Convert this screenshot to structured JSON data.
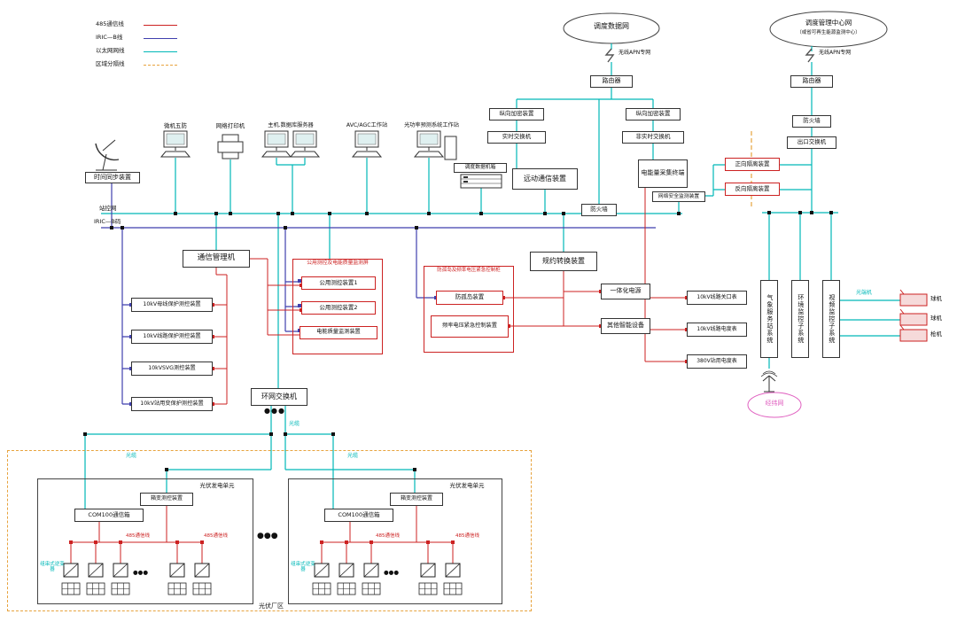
{
  "colors": {
    "rs485": "#cc2222",
    "irig_b": "#3f3fae",
    "ethernet": "#00b8b8",
    "zone_divider": "#e7a33e",
    "weather_cloud": "#e060c0"
  },
  "legend": {
    "items": [
      "485通信线",
      "IRIC—B线",
      "以太网网线",
      "区域分隔线"
    ]
  },
  "top": {
    "cloud_dispatch": "调度数据网",
    "cloud_mgmt_line1": "调度管理中心网",
    "cloud_mgmt_line2": "（或省可再生能源监测中心）",
    "apn": "无线APN专网",
    "router": "路由器",
    "encryptor": "纵向加密装置",
    "sw_realtime": "实时交换机",
    "sw_nonrealtime": "非实时交换机",
    "firewall": "防火墙",
    "exit_switch": "出口交换机",
    "dispatch_cabinet": "调度数据机箱",
    "rtu": "远动通信装置",
    "energy_terminal": "电能量采集终端",
    "net_security": "网络安全监测装置",
    "iso_forward": "正向隔离装置",
    "iso_reverse": "反向隔离装置"
  },
  "station": {
    "bus_scada": "站控网",
    "bus_irig": "IRIC—B码",
    "time_sync": "时间同步装置",
    "five_proof": "微机五防",
    "printer": "网络打印机",
    "server": "主机.数据库服务器",
    "avc": "AVC/AGC工作站",
    "forecast": "光功率预测系统工作站",
    "comm_manager": "通信管理机",
    "bays": [
      "10kV母线保护测控装置",
      "10kV线路保护测控装置",
      "10kVSVG测控装置",
      "10kV站用变保护测控装置"
    ]
  },
  "panels": {
    "common_title": "公用测控及电能质量监测屏",
    "common_items": [
      "公用测控装置1",
      "公用测控装置2",
      "电能质量监测装置"
    ],
    "island_title": "防孤岛及频率电压紧急控制柜",
    "island_items": [
      "防孤岛装置",
      "频率电压紧急控制装置"
    ],
    "protocol_converter": "规约转换装置",
    "integrated_power": "一体化电源",
    "other_devices": "其他智能设备",
    "meters": [
      "10kV线路关口表",
      "10kV线路电度表",
      "380V站用电度表"
    ]
  },
  "right": {
    "subsystems": [
      "气象服务站系统",
      "环境监控子系统",
      "视频监控子系统"
    ],
    "weather_cloud": "经纬网",
    "optical_terminal": "光端机",
    "cameras": [
      "球机",
      "球机",
      "枪机"
    ]
  },
  "pv": {
    "ring_switch": "环网交换机",
    "fiber": "光缆",
    "area": "光伏厂区",
    "unit_title": "光伏发电单元",
    "transformer_ctrl": "箱变测控装置",
    "com_box": "COM100通信箱",
    "rs485": "485通信线",
    "inverter": "组串式逆变器",
    "dots": "●●●"
  }
}
